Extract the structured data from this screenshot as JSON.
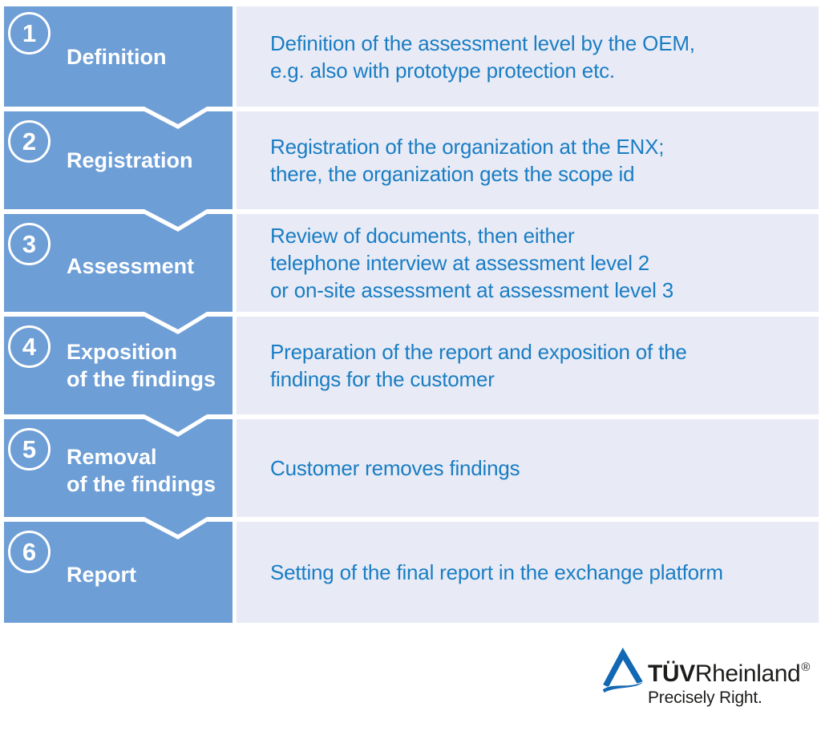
{
  "steps": [
    {
      "number": "1",
      "title_lines": [
        "Definition"
      ],
      "desc_lines": [
        "Definition of the assessment level by the OEM,",
        "e.g. also with prototype protection etc."
      ]
    },
    {
      "number": "2",
      "title_lines": [
        "Registration"
      ],
      "desc_lines": [
        "Registration of the organization at the ENX;",
        "there, the organization gets the scope id"
      ]
    },
    {
      "number": "3",
      "title_lines": [
        "Assessment"
      ],
      "desc_lines": [
        "Review of documents, then either",
        "telephone interview at assessment level 2",
        "or on-site assessment at assessment level 3"
      ]
    },
    {
      "number": "4",
      "title_lines": [
        "Exposition",
        "of the findings"
      ],
      "desc_lines": [
        "Preparation of the report and exposition of the",
        "findings for the customer"
      ]
    },
    {
      "number": "5",
      "title_lines": [
        "Removal",
        "of the findings"
      ],
      "desc_lines": [
        "Customer removes findings"
      ]
    },
    {
      "number": "6",
      "title_lines": [
        "Report"
      ],
      "desc_lines": [
        "Setting of the final report in the exchange platform"
      ]
    }
  ],
  "logo": {
    "brand_bold": "TÜV",
    "brand_regular": "Rheinland",
    "registered": "®",
    "tagline": "Precisely Right."
  },
  "colors": {
    "step_blue": "#6d9ed6",
    "panel_lavender": "#e8ebf6",
    "desc_text": "#1a7dc3",
    "logo_blue": "#1268b3",
    "logo_black": "#1d1d1b"
  }
}
